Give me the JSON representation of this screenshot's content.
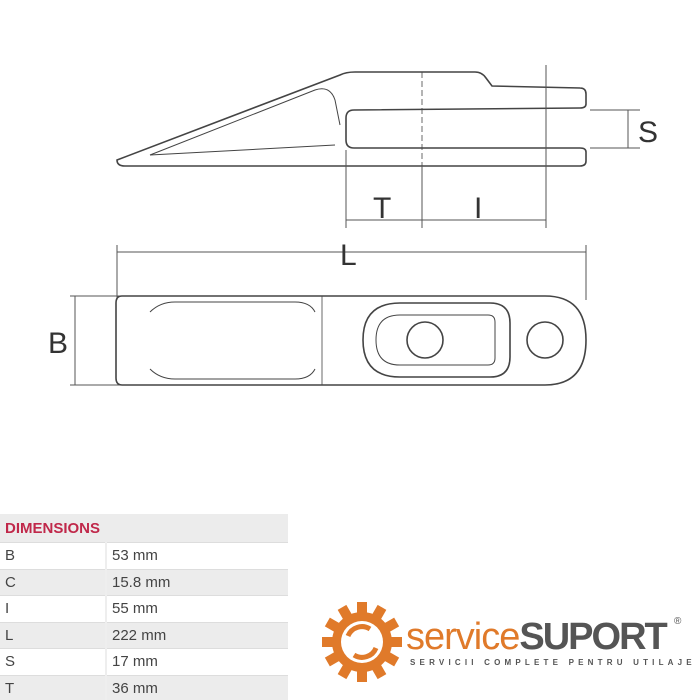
{
  "drawing": {
    "labels": {
      "S": "S",
      "T": "T",
      "I": "I",
      "L": "L",
      "B": "B"
    }
  },
  "dimensions": {
    "header": "DIMENSIONS",
    "rows": [
      {
        "key": "B",
        "value": "53 mm"
      },
      {
        "key": "C",
        "value": "15.8 mm"
      },
      {
        "key": "I",
        "value": "55 mm"
      },
      {
        "key": "L",
        "value": "222 mm"
      },
      {
        "key": "S",
        "value": "17 mm"
      },
      {
        "key": "T",
        "value": "36 mm"
      }
    ]
  },
  "logo": {
    "brand_light": "service",
    "brand_bold": "SUPORT",
    "registered": "®",
    "tagline": "SERVICII COMPLETE PENTRU UTILAJE",
    "colors": {
      "orange": "#e07a2a",
      "gray": "#555555",
      "header_red": "#c0284a"
    }
  }
}
